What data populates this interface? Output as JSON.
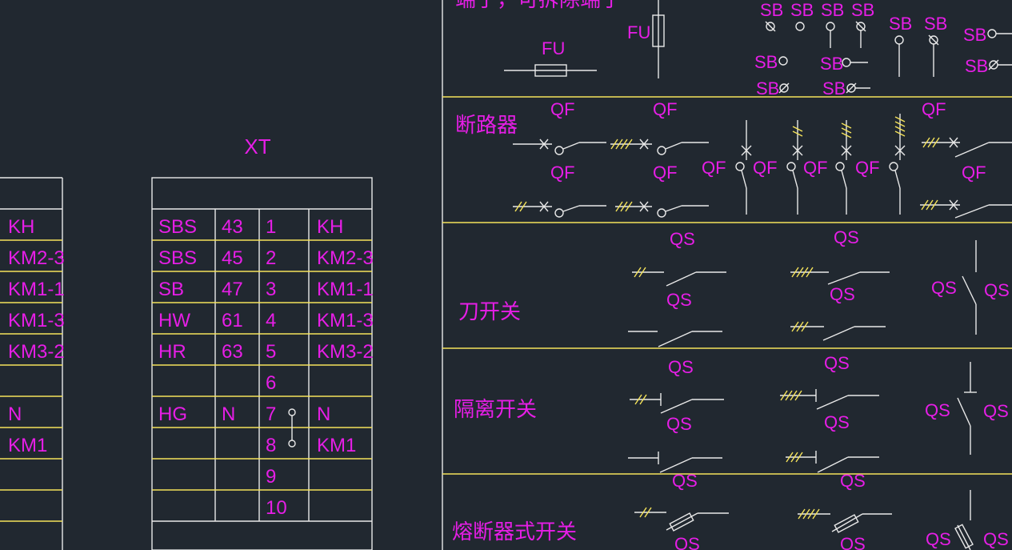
{
  "colors": {
    "background": "#212830",
    "text": "#e61ee6",
    "line": "#e9e9e9",
    "divider": "#f5e35a"
  },
  "left_table": {
    "rows": [
      "KH",
      "KM2-3",
      "KM1-1",
      "KM1-3",
      "KM3-2",
      "",
      "N",
      "KM1",
      "",
      ""
    ]
  },
  "xt_table": {
    "title": "XT",
    "rows": [
      {
        "c1": "SBS",
        "c2": "43",
        "c3": "1",
        "c4": "KH"
      },
      {
        "c1": "SBS",
        "c2": "45",
        "c3": "2",
        "c4": "KM2-3"
      },
      {
        "c1": "SB",
        "c2": "47",
        "c3": "3",
        "c4": "KM1-1"
      },
      {
        "c1": "HW",
        "c2": "61",
        "c3": "4",
        "c4": "KM1-3"
      },
      {
        "c1": "HR",
        "c2": "63",
        "c3": "5",
        "c4": "KM3-2"
      },
      {
        "c1": "",
        "c2": "",
        "c3": "6",
        "c4": ""
      },
      {
        "c1": "HG",
        "c2": "N",
        "c3": "7",
        "c4": "N"
      },
      {
        "c1": "",
        "c2": "",
        "c3": "8",
        "c4": "KM1"
      },
      {
        "c1": "",
        "c2": "",
        "c3": "9",
        "c4": ""
      },
      {
        "c1": "",
        "c2": "",
        "c3": "10",
        "c4": ""
      }
    ]
  },
  "sections": {
    "terminal": {
      "title": "端子，可拆除端子"
    },
    "breaker": {
      "title": "断路器"
    },
    "knife": {
      "title": "刀开关"
    },
    "isolator": {
      "title": "隔离开关"
    },
    "fuse_switch": {
      "title": "熔断器式开关"
    }
  },
  "labels": {
    "fu": "FU",
    "sb": "SB",
    "qf": "QF",
    "qs": "QS"
  }
}
